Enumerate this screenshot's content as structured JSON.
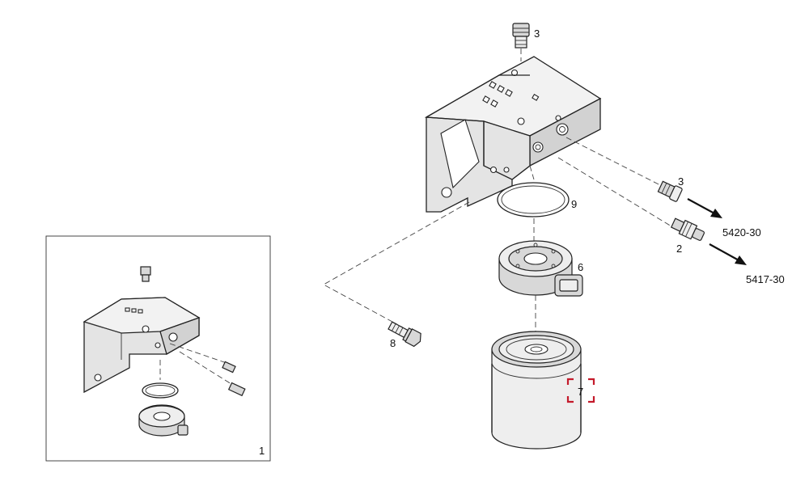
{
  "diagram": {
    "callouts": {
      "sensor_top": "3",
      "sensor_side": "3",
      "temp_sender": "2",
      "filter_head": "6",
      "filter": "7",
      "bolt": "8",
      "seal_ring": "9",
      "inset_view": "1"
    },
    "references": {
      "ref_sensor": "5420-30",
      "ref_sender": "5417-30"
    },
    "highlight_color": "#c41a2b"
  }
}
